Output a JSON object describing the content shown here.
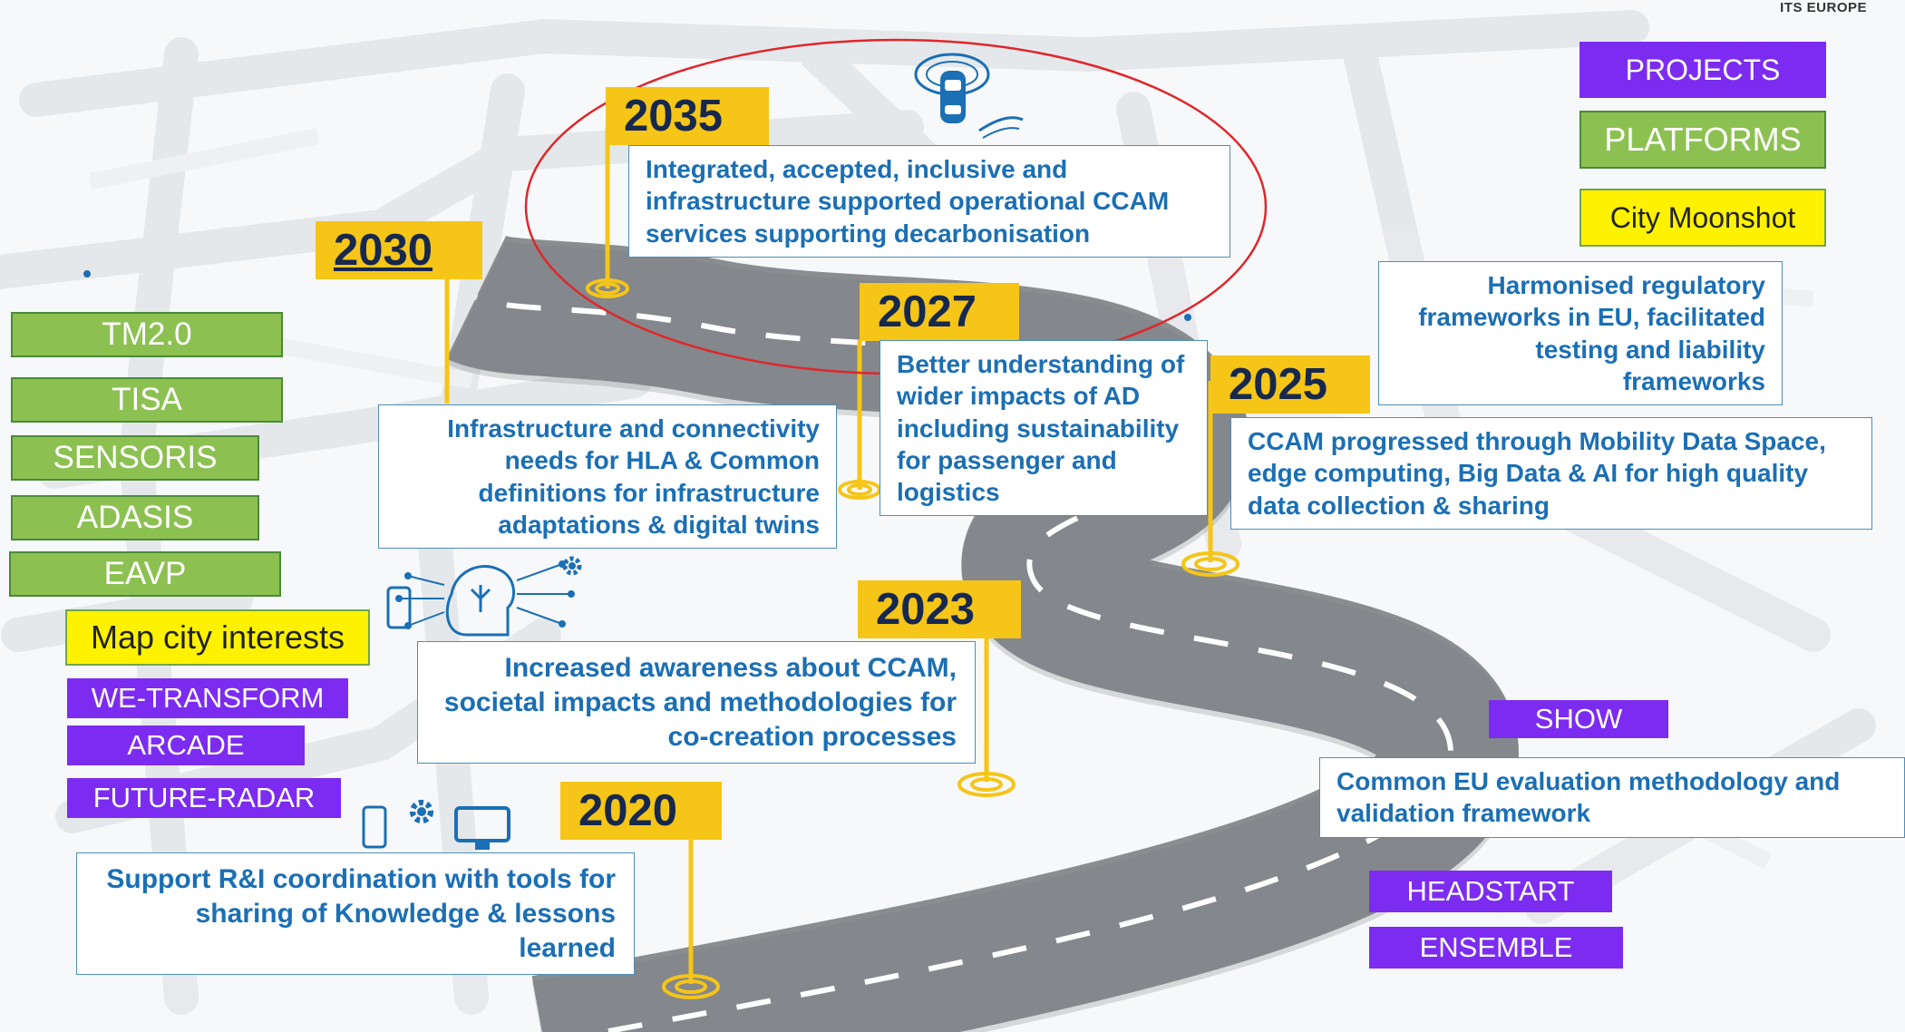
{
  "brand": "ITS EUROPE",
  "milestones": [
    {
      "year": "2035",
      "text": "Integrated, accepted, inclusive and infrastructure supported operational CCAM services supporting decarbonisation"
    },
    {
      "year": "2030",
      "text": "Infrastructure and connectivity needs for HLA & Common definitions for infrastructure adaptations & digital twins"
    },
    {
      "year": "2027",
      "text": "Better understanding of wider impacts of AD including sustainability for passenger and logistics"
    },
    {
      "year": "2025",
      "text": "CCAM progressed through Mobility Data Space, edge computing, Big Data & AI for high quality data collection & sharing"
    },
    {
      "year": "2023",
      "text": "Increased awareness about CCAM, societal impacts and methodologies for co-creation processes"
    },
    {
      "year": "2020",
      "text": "Support R&I coordination with tools for sharing of Knowledge & lessons learned"
    }
  ],
  "side_notes": {
    "regulatory": "Harmonised regulatory frameworks in EU, facilitated testing and liability frameworks",
    "evaluation": "Common EU evaluation methodology and validation framework"
  },
  "legend": {
    "projects": "PROJECTS",
    "platforms": "PLATFORMS",
    "city_moonshot": "City Moonshot"
  },
  "platform_tags": [
    "TM2.0",
    "TISA",
    "SENSORIS",
    "ADASIS",
    "EAVP"
  ],
  "city_tag": "Map city interests",
  "project_tags_left": [
    "WE-TRANSFORM",
    "ARCADE",
    "FUTURE-RADAR"
  ],
  "project_tags_right": [
    "SHOW",
    "HEADSTART",
    "ENSEMBLE"
  ],
  "colors": {
    "year_flag": "#f5c518",
    "year_text": "#17284f",
    "box_text": "#1b6fb4",
    "platform_green": "#8cc152",
    "project_purple": "#7c2cf0",
    "moonshot_yellow": "#fff200",
    "road": "#8a8d90",
    "highlight_ellipse": "#e0262b"
  },
  "icons": [
    "autonomous-car-icon",
    "ai-head-icon",
    "smartphone-icon",
    "gear-icon",
    "monitor-icon",
    "location-pin-icon"
  ]
}
